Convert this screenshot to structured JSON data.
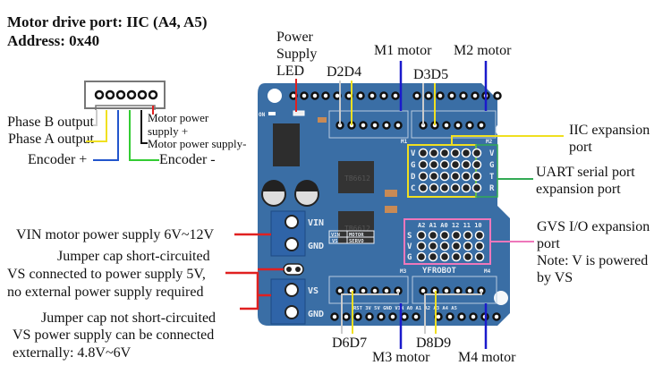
{
  "header": {
    "line1": "Motor drive port: IIC (A4, A5)",
    "line2": "Address: 0x40"
  },
  "encoder_connector": {
    "labels": {
      "phase_b": "Phase B output",
      "phase_a": "Phase A output",
      "encoder_plus": "Encoder +",
      "encoder_minus": "Encoder -",
      "motor_power_plus_1": "Motor power",
      "motor_power_plus_2": "supply +",
      "motor_power_minus": "Motor power supply-"
    },
    "wire_colors": {
      "phase_b": "#cccccc",
      "phase_a": "#f0e020",
      "encoder_plus": "#2255cc",
      "encoder_minus": "#33cc33",
      "motor_minus": "#111111",
      "motor_plus": "#e02020"
    }
  },
  "top_labels": {
    "power_led_1": "Power",
    "power_led_2": "Supply",
    "power_led_3": "LED",
    "d2d4": "D2D4",
    "m1": "M1 motor",
    "d3d5": "D3D5",
    "m2": "M2 motor"
  },
  "right_labels": {
    "iic_1": "IIC expansion",
    "iic_2": "port",
    "uart_1": "UART serial port",
    "uart_2": "expansion port",
    "gvs_1": "GVS I/O expansion",
    "gvs_2": "port",
    "gvs_3": "Note: V is powered",
    "gvs_4": "by VS"
  },
  "left_labels": {
    "vin": "VIN motor power supply 6V~12V",
    "jumper_on_1": "Jumper cap short-circuited",
    "jumper_on_2": "VS connected to power supply 5V,",
    "jumper_on_3": "no external power supply required",
    "jumper_off_1": "Jumper cap not short-circuited",
    "jumper_off_2": "VS power supply can be connected",
    "jumper_off_3": "externally: 4.8V~6V"
  },
  "bottom_labels": {
    "d6d7": "D6D7",
    "m3": "M3 motor",
    "d8d9": "D8D9",
    "m4": "M4 motor"
  },
  "board": {
    "color": "#3a6ea5",
    "brand": "YFROBOT",
    "chip_label": "TB6612",
    "terminal_vin": "VIN",
    "terminal_gnd": "GND",
    "terminal_vs": "VS",
    "terminal_gnd2": "GND",
    "on_label": "ON",
    "table": [
      "VIN",
      "MOTOR",
      "VS",
      "SERVO"
    ],
    "iic_rows": [
      "V",
      "G",
      "D",
      "C"
    ],
    "uart_rows": [
      "V",
      "G",
      "T",
      "R"
    ],
    "gvs_rows": [
      "S",
      "V",
      "G"
    ],
    "gvs_cols": "A2 A1 A0 12 11 10",
    "header_labels": [
      "M1",
      "M2",
      "M3",
      "M4"
    ],
    "bottom_pins": "RST 3V 5V GND VIN   A0 A1 A2 A3 A4 A5"
  }
}
